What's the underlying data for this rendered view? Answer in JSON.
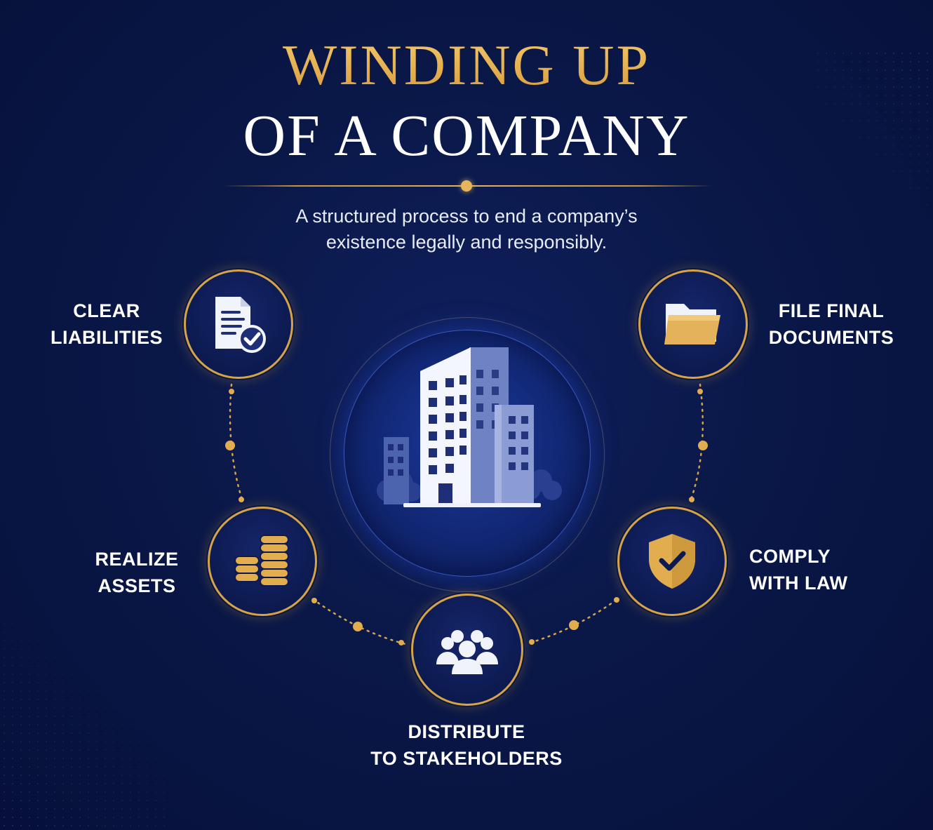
{
  "title": {
    "line1": "WINDING UP",
    "line2": "OF A COMPANY"
  },
  "subtitle": {
    "line1": "A structured process to end a company’s",
    "line2": "existence legally and responsibly."
  },
  "steps": [
    {
      "line1": "CLEAR",
      "line2": "LIABILITIES",
      "icon": "document-check-icon"
    },
    {
      "line1": "FILE FINAL",
      "line2": "DOCUMENTS",
      "icon": "folder-icon"
    },
    {
      "line1": "REALIZE",
      "line2": "ASSETS",
      "icon": "coins-icon"
    },
    {
      "line1": "COMPLY",
      "line2": "WITH LAW",
      "icon": "shield-check-icon"
    },
    {
      "line1": "DISTRIBUTE",
      "line2": "TO STAKEHOLDERS",
      "icon": "people-icon"
    }
  ],
  "center_icon": "building-icon",
  "colors": {
    "background": "#0a1848",
    "gold": "#e2ad4f",
    "white": "#ffffff"
  }
}
